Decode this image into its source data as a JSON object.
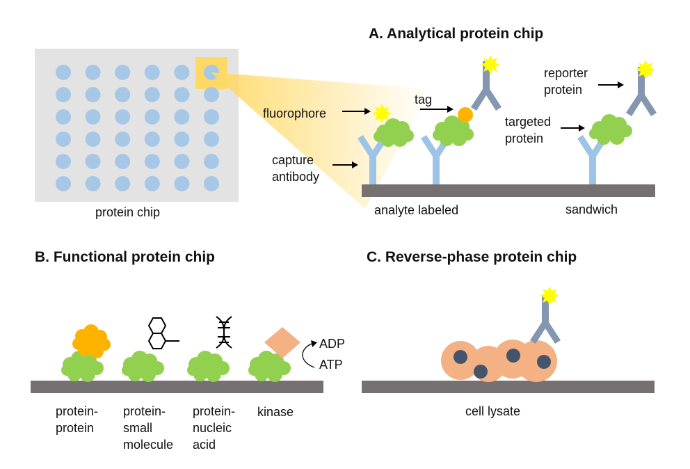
{
  "colors": {
    "well": "#a7c7e7",
    "chip_bg": "#e3e3e3",
    "substrate": "#767171",
    "capture_antibody": "#9dc3e6",
    "reporter_antibody": "#8497b0",
    "protein": "#92d050",
    "tag": "#ffb300",
    "fluorophore": "#ffff00",
    "kinase": "#f4b183",
    "cell": "#f4b183",
    "nucleus": "#44546a",
    "zoom": "#ffd966"
  },
  "chip": {
    "label": "protein chip",
    "rows": 6,
    "cols": 6
  },
  "panel_a": {
    "title": "A. Analytical protein chip",
    "labels": {
      "fluorophore": "fluorophore",
      "tag": "tag",
      "capture_antibody": "capture\nantibody",
      "reporter_protein": "reporter\nprotein",
      "targeted_protein": "targeted\nprotein",
      "analyte_labeled": "analyte labeled",
      "sandwich": "sandwich"
    }
  },
  "panel_b": {
    "title": "B. Functional protein chip",
    "labels": {
      "protein_protein": "protein-\nprotein",
      "protein_small_molecule": "protein-\nsmall\nmolecule",
      "protein_nucleic_acid": "protein-\nnucleic\nacid",
      "kinase": "kinase",
      "adp": "ADP",
      "atp": "ATP"
    }
  },
  "panel_c": {
    "title": "C. Reverse-phase protein chip",
    "labels": {
      "cell_lysate": "cell lysate"
    }
  }
}
